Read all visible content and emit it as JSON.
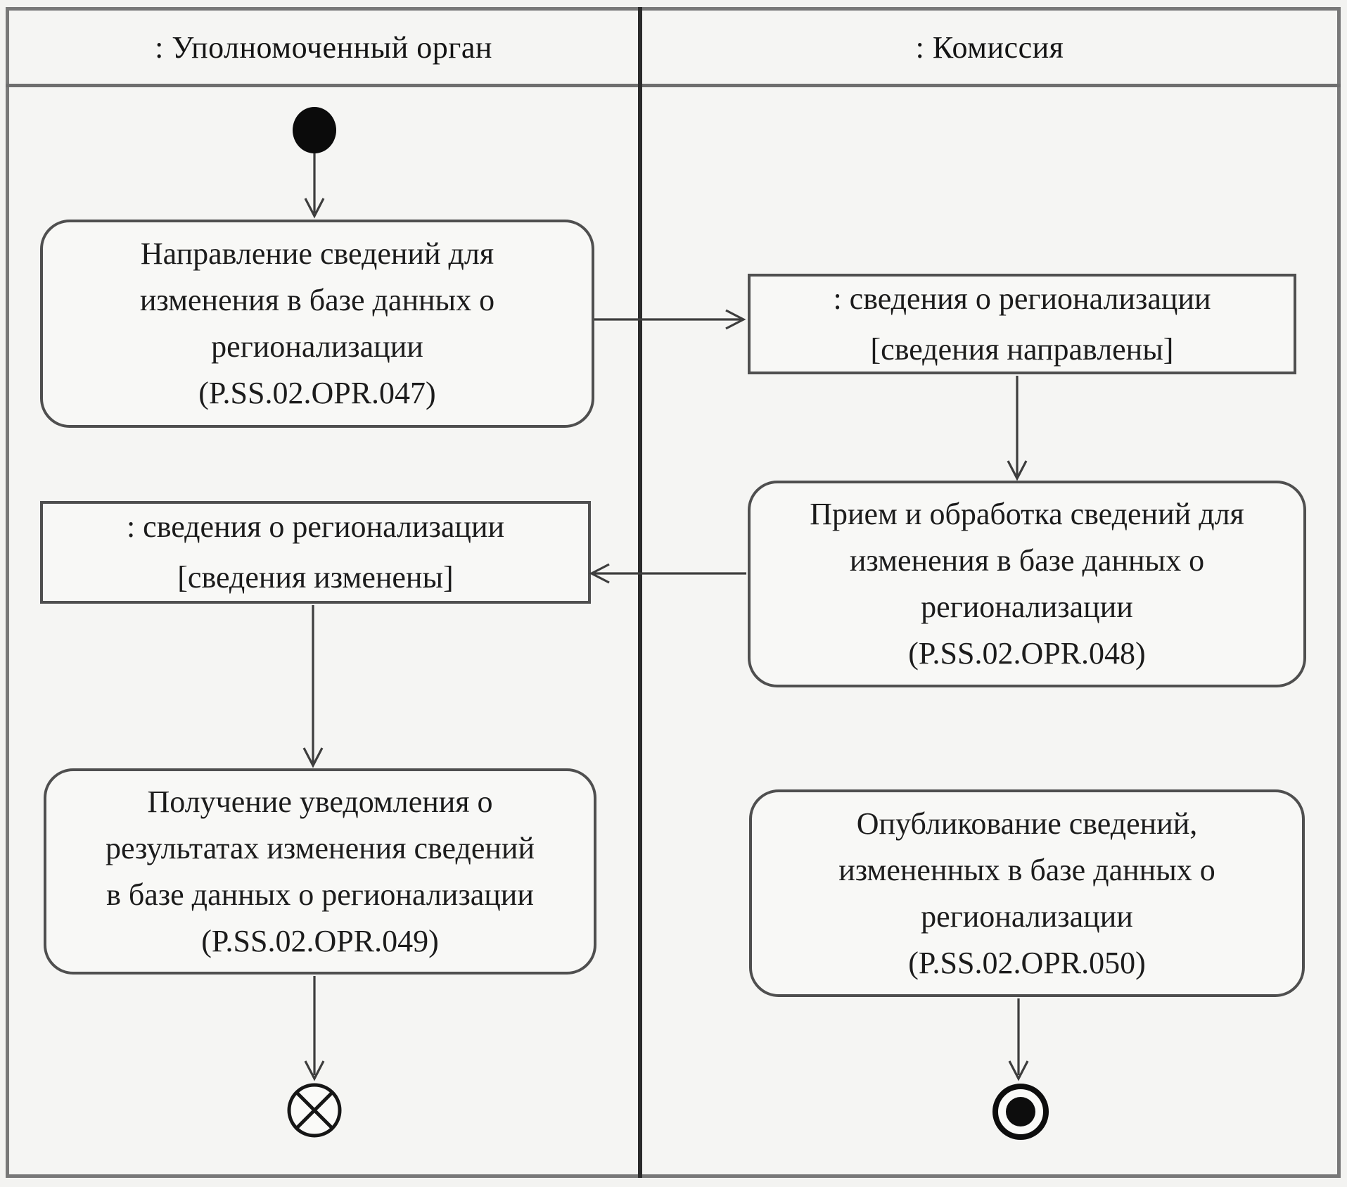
{
  "diagram": {
    "type": "uml-activity-swimlane",
    "lanes": [
      {
        "title": ": Уполномоченный орган"
      },
      {
        "title": ": Комиссия"
      }
    ],
    "activities": {
      "opr047": {
        "label": "Направление сведений для\nизменения в базе данных о\nрегионализации\n(P.SS.02.OPR.047)",
        "lane": 0
      },
      "opr048": {
        "label": "Прием и обработка сведений для\nизменения в базе данных о\nрегионализации\n(P.SS.02.OPR.048)",
        "lane": 1
      },
      "opr049": {
        "label": "Получение уведомления о\nрезультатах изменения сведений\nв базе данных о регионализации\n(P.SS.02.OPR.049)",
        "lane": 0
      },
      "opr050": {
        "label": "Опубликование сведений,\nизмененных в базе данных о\nрегионализации\n(P.SS.02.OPR.050)",
        "lane": 1
      }
    },
    "object_nodes": {
      "sent": {
        "label": ": сведения о регионализации\n[сведения направлены]",
        "lane": 1
      },
      "changed": {
        "label": ": сведения о регионализации\n[сведения изменены]",
        "lane": 0
      }
    },
    "control_nodes": {
      "initial": "initial-node",
      "flow_final": "flow-final-node",
      "activity_final": "activity-final-node"
    },
    "colors": {
      "background": "#f3f3f1",
      "node_fill": "#f8f8f6",
      "node_border": "#4f4f4f",
      "frame": "#787878",
      "divider": "#2b2b2b",
      "edge": "#3d3d3d",
      "text": "#1c1c1c"
    }
  }
}
